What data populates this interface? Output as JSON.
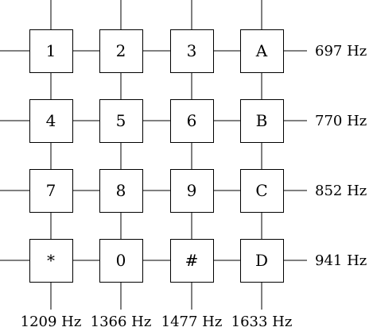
{
  "diagram": {
    "keys": [
      [
        "1",
        "2",
        "3",
        "A"
      ],
      [
        "4",
        "5",
        "6",
        "B"
      ],
      [
        "7",
        "8",
        "9",
        "C"
      ],
      [
        "*",
        "0",
        "#",
        "D"
      ]
    ],
    "row_frequencies": [
      "697 Hz",
      "770 Hz",
      "852 Hz",
      "941 Hz"
    ],
    "column_frequencies": [
      "1209 Hz",
      "1366 Hz",
      "1477 Hz",
      "1633 Hz"
    ]
  }
}
